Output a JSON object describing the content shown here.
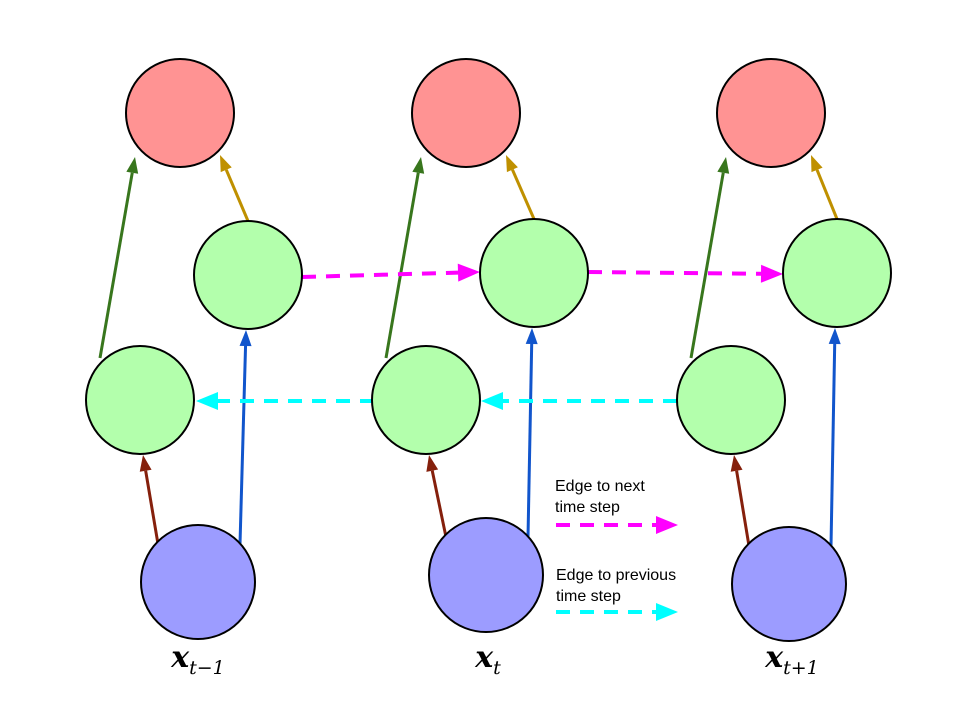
{
  "timesteps": [
    {
      "var": "x",
      "subscript": "t−1"
    },
    {
      "var": "x",
      "subscript": "t"
    },
    {
      "var": "x",
      "subscript": "t+1"
    }
  ],
  "legend": {
    "next": {
      "line1": "Edge to next",
      "line2": "time step"
    },
    "previous": {
      "line1": "Edge to previous",
      "line2": "time step"
    }
  },
  "colors": {
    "output_node": "#ff9393",
    "hidden_node": "#b3ffac",
    "input_node": "#9c9cff",
    "forward_edge": "#ff00ff",
    "backward_edge": "#00ffff",
    "input_to_forward": "#1155cc",
    "input_to_backward": "#85200c",
    "forward_to_output": "#bf9000",
    "backward_to_output": "#38761d"
  }
}
